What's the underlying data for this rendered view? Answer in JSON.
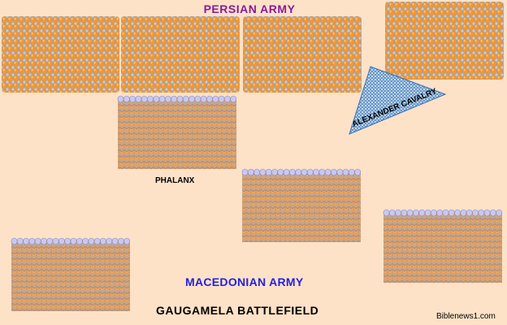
{
  "labels": {
    "persian_army": "PERSIAN ARMY",
    "macedonian_army": "MACEDONIAN ARMY",
    "phalanx": "PHALANX",
    "alexander_cavalry": "ALEXANDER CAVALRY",
    "battlefield_title": "GAUGAMELA BATTLEFIELD",
    "credit": "Biblenews1.com"
  },
  "colors": {
    "background": "#fde2c8",
    "persian_label": "#8b1a9a",
    "macedonian_label": "#2222dd",
    "persian_shield": "#f7962e",
    "persian_body": "#bdbdbd",
    "macedonian_body": "#c7a07e",
    "macedonian_helmet": "#c8c8f0",
    "macedonian_shield": "#f7962e",
    "cavalry_fill": "#b9d7ee",
    "cavalry_pattern": "#3b6fb0"
  }
}
